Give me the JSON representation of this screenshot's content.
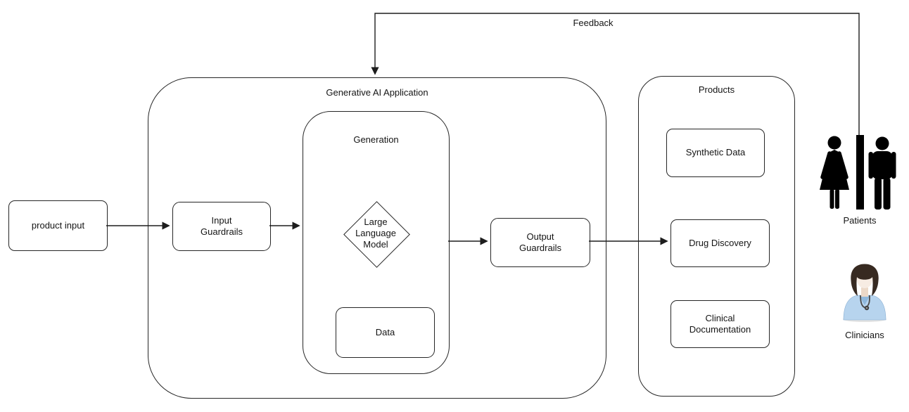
{
  "diagram": {
    "colors": {
      "background": "#ffffff",
      "line": "#1d1d1d",
      "box_border": "#262626",
      "text": "#141414",
      "patients_icon": "#000000",
      "clinician_hair": "#372a21",
      "clinician_scrubs": "#b7d4ee",
      "clinician_skin": "#f7ece3",
      "clinician_stethoscope": "#4a4a4a"
    },
    "containers": {
      "generative_ai_application": {
        "label": "Generative AI Application"
      },
      "generation": {
        "label": "Generation"
      },
      "products": {
        "label": "Products"
      }
    },
    "nodes": {
      "product_input": {
        "label": "product input"
      },
      "input_guardrails": {
        "label": "Input Guardrails"
      },
      "large_language_model": {
        "label": "Large Language Model",
        "shape": "diamond"
      },
      "data": {
        "label": "Data"
      },
      "output_guardrails": {
        "label": "Output Guardrails"
      },
      "synthetic_data": {
        "label": "Synthetic Data"
      },
      "drug_discovery": {
        "label": "Drug Discovery"
      },
      "clinical_documentation": {
        "label": "Clinical Documentation"
      }
    },
    "edges": {
      "feedback": {
        "label": "Feedback"
      }
    },
    "actors": {
      "patients": {
        "label": "Patients",
        "icon": "patients-restroom-icon"
      },
      "clinicians": {
        "label": "Clinicians",
        "icon": "clinician-avatar-icon"
      }
    }
  }
}
